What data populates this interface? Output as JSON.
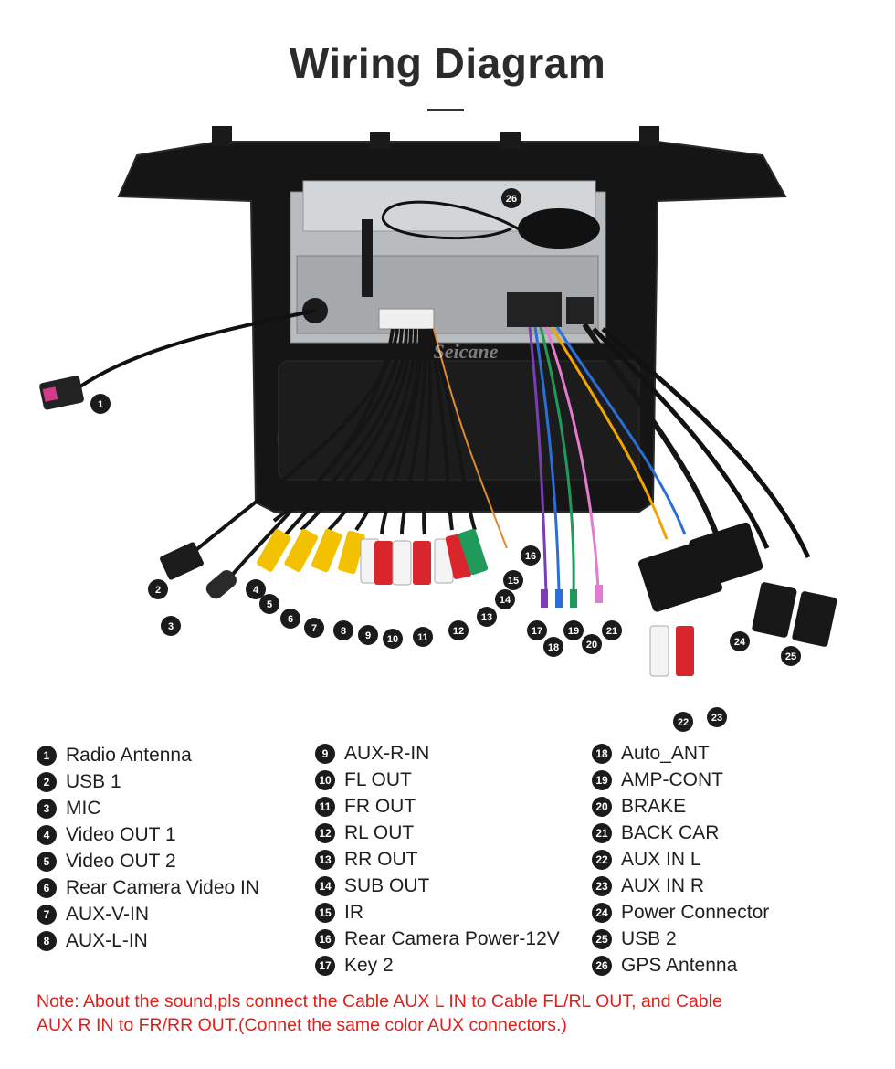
{
  "title": "Wiring Diagram",
  "watermark": "Seicane",
  "legend": {
    "col1": [
      {
        "num": "1",
        "label": "Radio Antenna"
      },
      {
        "num": "2",
        "label": "USB 1"
      },
      {
        "num": "3",
        "label": "MIC"
      },
      {
        "num": "4",
        "label": "Video OUT 1"
      },
      {
        "num": "5",
        "label": "Video OUT 2"
      },
      {
        "num": "6",
        "label": "Rear Camera Video IN"
      },
      {
        "num": "7",
        "label": "AUX-V-IN"
      },
      {
        "num": "8",
        "label": "AUX-L-IN"
      }
    ],
    "col2": [
      {
        "num": "9",
        "label": "AUX-R-IN"
      },
      {
        "num": "10",
        "label": "FL OUT"
      },
      {
        "num": "11",
        "label": "FR OUT"
      },
      {
        "num": "12",
        "label": "RL OUT"
      },
      {
        "num": "13",
        "label": "RR OUT"
      },
      {
        "num": "14",
        "label": "SUB OUT"
      },
      {
        "num": "15",
        "label": "IR"
      },
      {
        "num": "16",
        "label": "Rear Camera Power-12V"
      },
      {
        "num": "17",
        "label": "Key 2"
      }
    ],
    "col3": [
      {
        "num": "18",
        "label": "Auto_ANT"
      },
      {
        "num": "19",
        "label": "AMP-CONT"
      },
      {
        "num": "20",
        "label": "BRAKE"
      },
      {
        "num": "21",
        "label": "BACK CAR"
      },
      {
        "num": "22",
        "label": "AUX IN L"
      },
      {
        "num": "23",
        "label": "AUX IN R"
      },
      {
        "num": "24",
        "label": "Power Connector"
      },
      {
        "num": "25",
        "label": "USB 2"
      },
      {
        "num": "26",
        "label": "GPS Antenna"
      }
    ]
  },
  "callouts": [
    "1",
    "2",
    "3",
    "4",
    "5",
    "6",
    "7",
    "8",
    "9",
    "10",
    "11",
    "12",
    "13",
    "14",
    "15",
    "16",
    "17",
    "18",
    "19",
    "20",
    "21",
    "22",
    "23",
    "24",
    "25",
    "26"
  ],
  "note": {
    "line1": "Note: About the sound,pls connect the Cable AUX L IN to Cable FL/RL OUT, and Cable",
    "line2": "AUX R IN to  FR/RR OUT.(Connet the same color AUX connectors.)"
  },
  "colors": {
    "note": "#e0201b",
    "badge": "#1b1b1b",
    "frame": "#141414",
    "rca_yellow": "#f2c200",
    "rca_red": "#d8262c",
    "rca_white": "#f4f4f4",
    "rca_green": "#1f9a5a"
  }
}
